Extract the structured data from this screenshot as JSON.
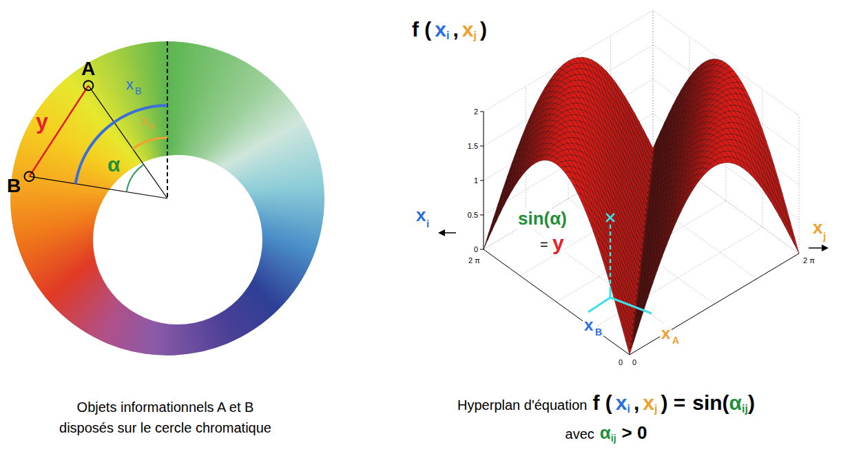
{
  "diagram": {
    "labels": [
      "A",
      "B",
      "y",
      "x",
      "B",
      "x",
      "A",
      "α",
      "f (",
      "x",
      "i",
      ",",
      "x",
      "j",
      ")",
      "x",
      "i",
      "sin(α)",
      "=",
      "y",
      "x",
      "j",
      "x",
      "B",
      "x",
      "A",
      "2",
      "1.5",
      "1",
      "0.5",
      "0",
      "2 π",
      "2 π",
      "0",
      "0",
      "Objets informationnels A et B disposés sur le cercle chromatique",
      "Hyperplan d'équation",
      "f (",
      "x",
      "i",
      ",",
      "x",
      "j",
      ") =",
      "sin(",
      "α",
      "ij",
      ")",
      "avec",
      "α",
      "ij",
      "> 0"
    ]
  }
}
